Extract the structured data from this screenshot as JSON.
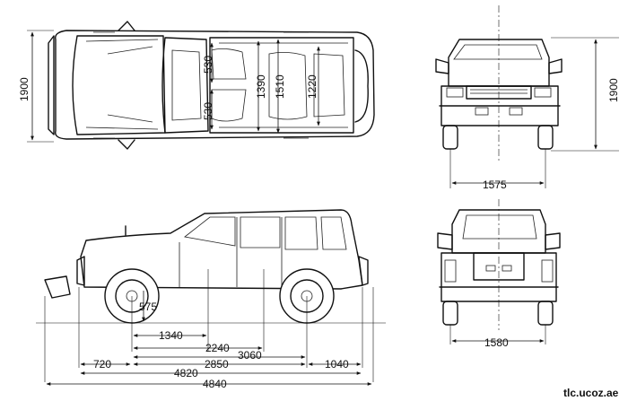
{
  "dimensions": {
    "top_width": "1900",
    "seat_530_front": "530",
    "seat_530_rear": "530",
    "width_1390": "1390",
    "width_1510": "1510",
    "width_1220": "1220",
    "front_height": "1900",
    "front_track": "1575",
    "rear_track": "1580",
    "d_575": "575",
    "d_1340": "1340",
    "d_2240": "2240",
    "d_3060": "3060",
    "d_720": "720",
    "d_2850": "2850",
    "d_1040": "1040",
    "d_4820": "4820",
    "d_4840": "4840"
  },
  "watermark": "tlc.ucoz.ae"
}
